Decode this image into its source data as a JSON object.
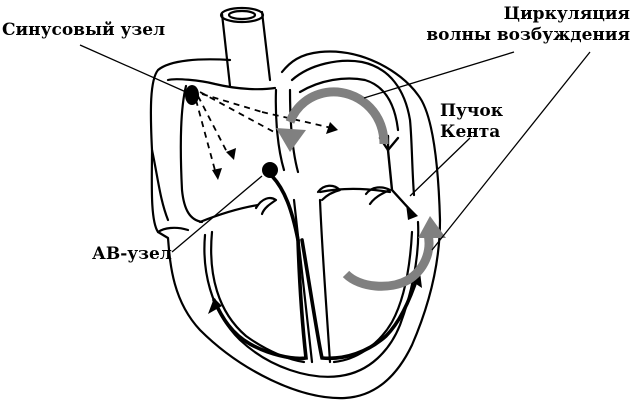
{
  "labels": {
    "sinus_node": "Синусовый узел",
    "circulation_line1": "Циркуляция",
    "circulation_line2": "волны возбуждения",
    "kent_line1": "Пучок",
    "kent_line2": "Кента",
    "av_node": "АВ-узел"
  },
  "colors": {
    "line": "#000000",
    "arrow": "#808080",
    "background": "#ffffff"
  }
}
